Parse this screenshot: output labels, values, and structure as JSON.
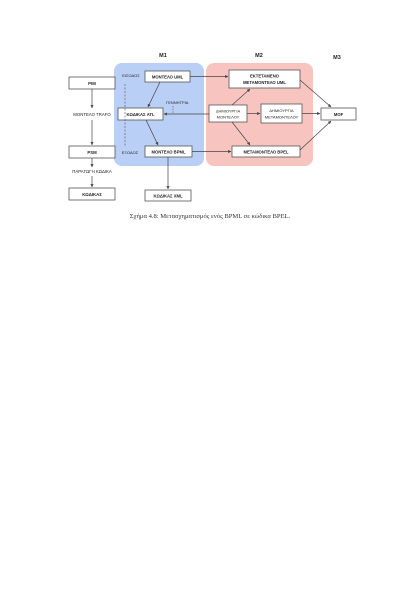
{
  "regions": {
    "m1": "M1",
    "m2": "M2",
    "m3": "M3"
  },
  "boxes": {
    "pim": "PIM",
    "psm": "PSM",
    "kodikas": "ΚΩΔΙΚΑΣ",
    "montelo_uml": "ΜΟΝΤΕΛΟ UML",
    "kodikas_atl": "ΚΩΔΙΚΑΣ ATL",
    "montelo_bpml": "ΜΟΝΤΕΛΟ BPML",
    "kodikas_xml": "ΚΩΔΙΚΑΣ XML",
    "ektetameno_line1": "ΕΚΤΕΤΑΜΕΝΟ",
    "ektetameno_line2": "ΜΕΤΑΜΟΝΤΕΛΟ UML",
    "dimiourgia_montelou_line1": "ΔΗΜΙΟΥΡΓΙΑ",
    "dimiourgia_montelou_line2": "ΜΟΝΤΕΛΟΥ",
    "dimiourgia_metamontelou_line1": "ΔΗΜΙΟΥΡΓΙΑ",
    "dimiourgia_metamontelou_line2": "ΜΕΤΑΜΟΝΤΕΛΟΥ",
    "metamontelo_bpel": "ΜΕΤΑΜΟΝΤΕΛΟ BPEL",
    "mof": "MOF"
  },
  "labels": {
    "montelo_trafo": "ΜΟΝΤΕΛΟ TRAFO",
    "paragogi_kodika": "ΠΑΡΑΓΩΓΗ ΚΩΔΙΚΑ",
    "eisodos_top": "ΕΙΣΟΔΟΣ",
    "eisodos_bottom": "ΕΞΟΔΟΣ",
    "genitria": "ΓΕΝΝΗΤΡΙΑ"
  },
  "caption": "Σχήμα 4.8: Μετασχηματισμός ενός BPML σε κώδικα BPEL.",
  "colors": {
    "m1_fill": "#b9cff5",
    "m2_fill": "#f7c4c0",
    "box_stroke": "#555555",
    "arrow": "#444444"
  }
}
